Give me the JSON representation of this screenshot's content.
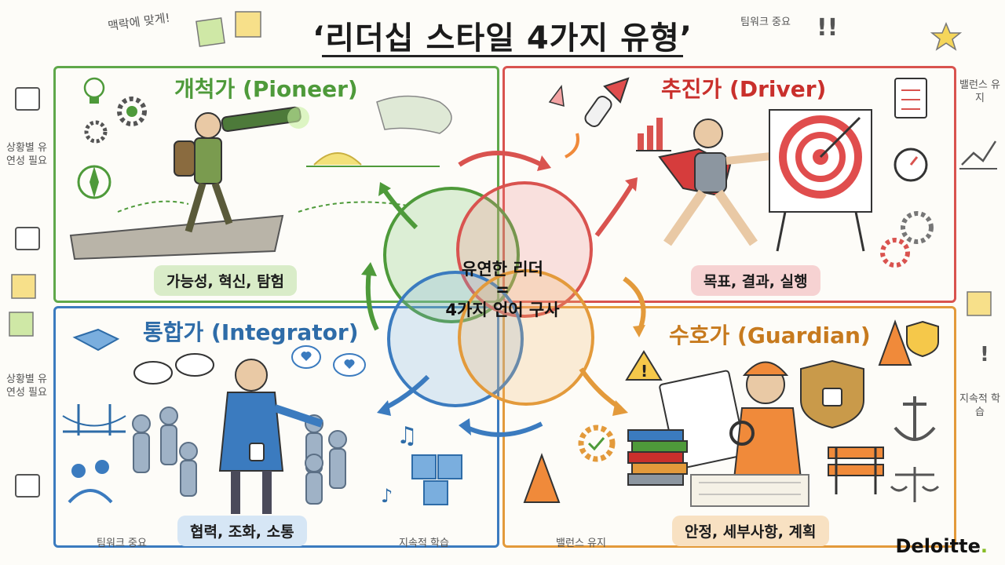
{
  "title": "‘리더십 스타일 4가지 유형’",
  "quadrants": {
    "pioneer": {
      "title": "개척가 (Pioneer)",
      "caption": "가능성, 혁신, 탐험",
      "color": "#4e9a3a"
    },
    "driver": {
      "title": "추진가 (Driver)",
      "caption": "목표, 결과, 실행",
      "color": "#c9302c"
    },
    "integrator": {
      "title": "통합가 (Integrator)",
      "caption": "협력, 조화, 소통",
      "color": "#2e6ca8"
    },
    "guardian": {
      "title": "수호가 (Guardian)",
      "caption": "안정, 세부사항, 계획",
      "color": "#c77a1e"
    }
  },
  "center": {
    "line1": "유연한 리더",
    "line2": "=",
    "line3": "4가지 언어 구사"
  },
  "side_notes": {
    "top_left": "맥락에 맞게!",
    "top_right": "팀워크 중요",
    "left_1": "상황별 유연성 필요",
    "left_2": "상황별 유연성 필요",
    "right_1": "밸런스 유지",
    "right_2": "지속적 학습",
    "bottom_1": "팀워크 중요",
    "bottom_2": "지속적 학습",
    "bottom_3": "밸런스 유지"
  },
  "logo": {
    "text": "Deloitte",
    "dot": "."
  },
  "icons": [
    "coffee-cup-icon",
    "sticky-note-icon",
    "lightbulb-icon",
    "gear-icon",
    "compass-icon",
    "rocket-icon",
    "target-icon",
    "stopwatch-icon",
    "handshake-icon",
    "speech-bubble-icon",
    "heart-icon",
    "puzzle-icon",
    "shield-lock-icon",
    "anchor-icon",
    "scales-icon",
    "traffic-cone-icon",
    "warning-icon",
    "star-icon"
  ]
}
